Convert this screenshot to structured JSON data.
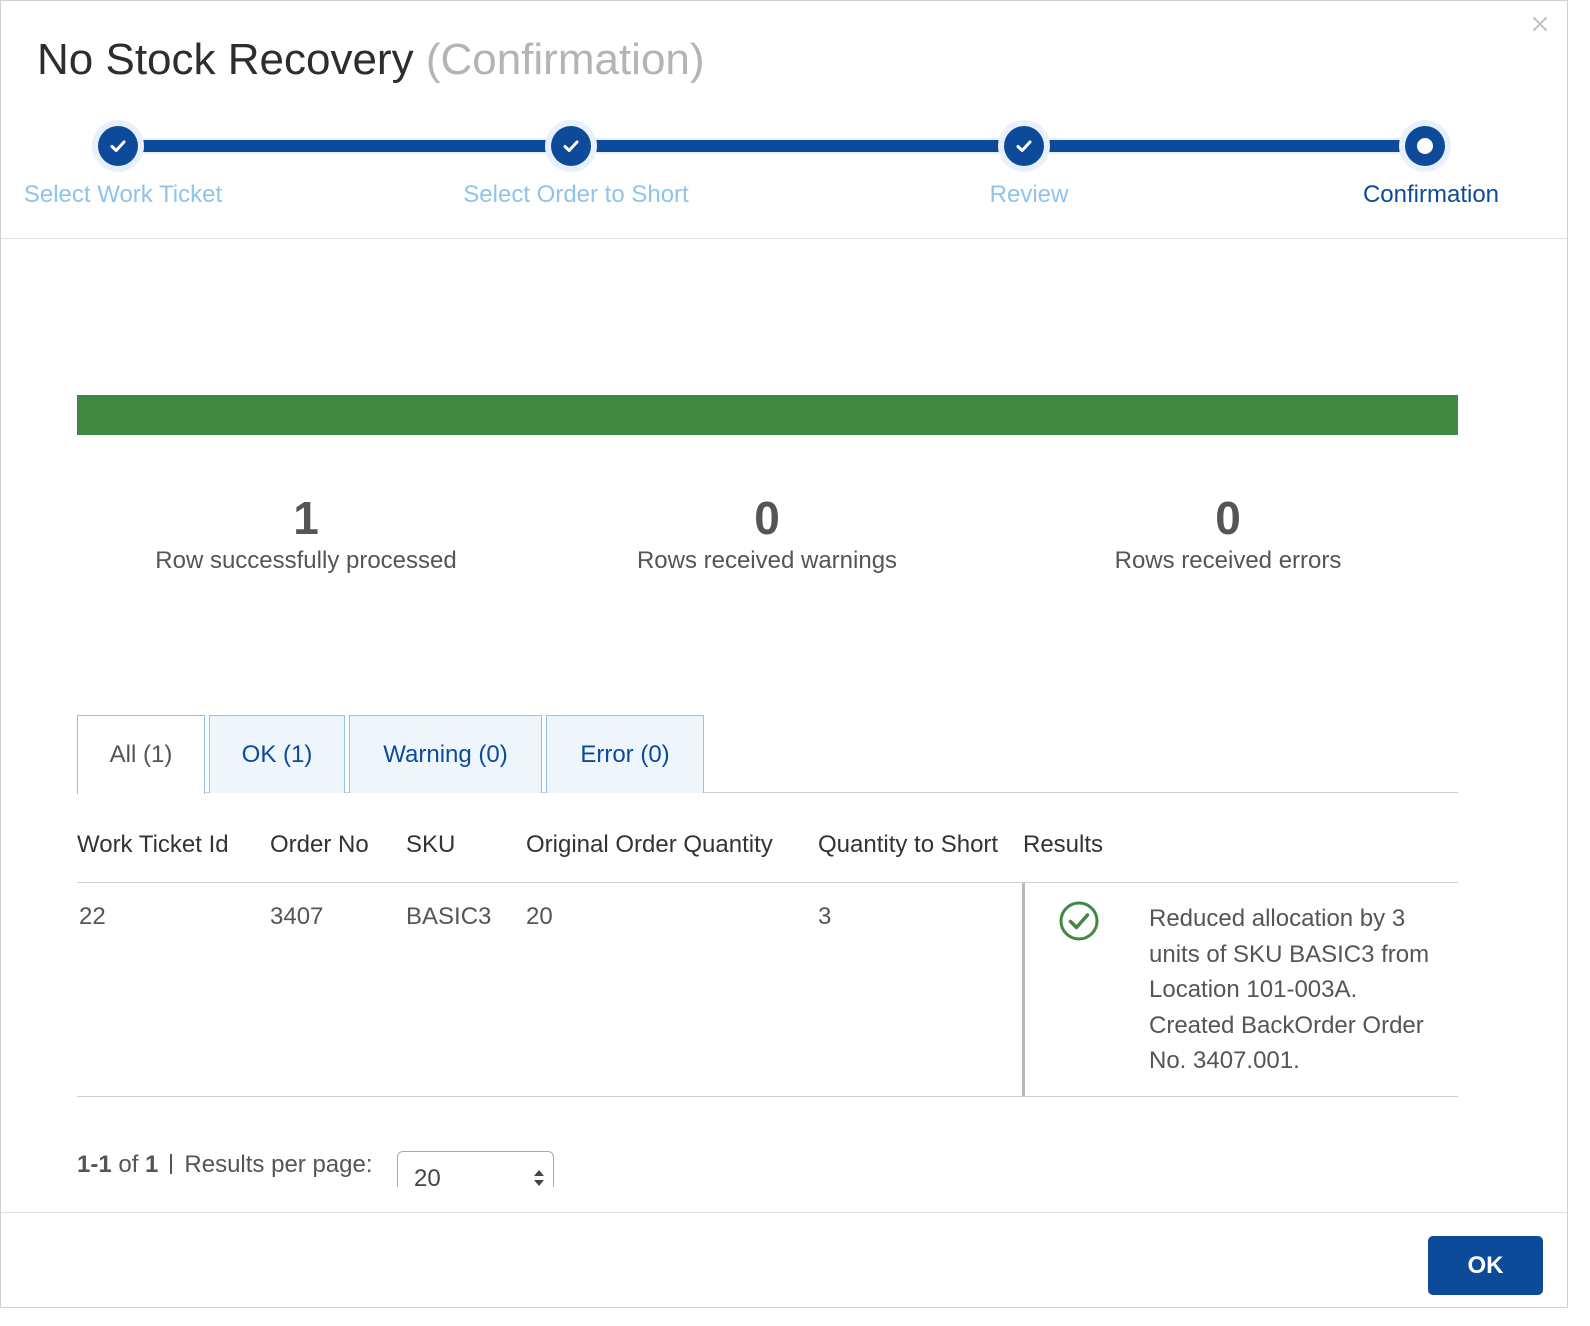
{
  "dialog": {
    "title": "No Stock Recovery",
    "subtitle": "(Confirmation)"
  },
  "stepper": {
    "steps": [
      {
        "label": "Select Work Ticket",
        "state": "complete"
      },
      {
        "label": "Select Order to Short",
        "state": "complete"
      },
      {
        "label": "Review",
        "state": "complete"
      },
      {
        "label": "Confirmation",
        "state": "current"
      }
    ]
  },
  "progress": {
    "percent": 100,
    "color": "#418943"
  },
  "stats": [
    {
      "value": "1",
      "label": "Row successfully processed"
    },
    {
      "value": "0",
      "label": "Rows received warnings"
    },
    {
      "value": "0",
      "label": "Rows received errors"
    }
  ],
  "tabs": [
    {
      "label": "All (1)",
      "active": true
    },
    {
      "label": "OK (1)",
      "active": false
    },
    {
      "label": "Warning (0)",
      "active": false
    },
    {
      "label": "Error (0)",
      "active": false
    }
  ],
  "table": {
    "columns": [
      "Work Ticket Id",
      "Order No",
      "SKU",
      "Original Order Quantity",
      "Quantity to Short",
      "Results"
    ],
    "rows": [
      {
        "work_ticket_id": "22",
        "order_no": "3407",
        "sku": "BASIC3",
        "original_order_quantity": "20",
        "quantity_to_short": "3",
        "result_icon": "check-circle-icon",
        "result_text": "Reduced allocation by 3 units of SKU BASIC3 from Location 101-003A. Created BackOrder Order No. 3407.001."
      }
    ]
  },
  "pagination": {
    "range": "1-1",
    "of_label": "of",
    "total": "1",
    "per_page_label": "Results per page:",
    "per_page_value": "20"
  },
  "footer": {
    "ok_label": "OK"
  },
  "colors": {
    "primary": "#0d4a9a",
    "step_inactive_label": "#8ec4ea",
    "success": "#418943",
    "title_sub": "#b4b4b4"
  }
}
